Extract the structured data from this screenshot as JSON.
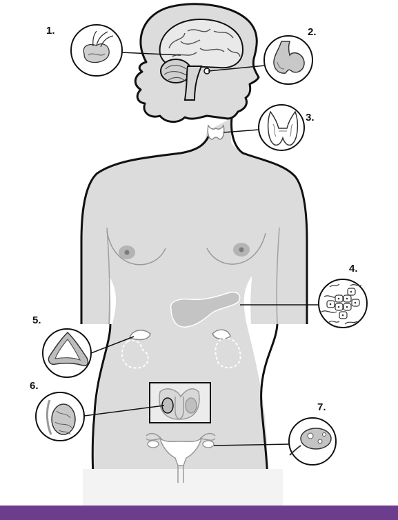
{
  "labels": [
    "1.",
    "2.",
    "3.",
    "4.",
    "5.",
    "6.",
    "7."
  ],
  "colors": {
    "body_fill": "#dcdcdc",
    "outline": "#111111",
    "organ_fill": "#c4c4c4",
    "brain_fill": "#e9e9e9",
    "callout_fill": "#ffffff",
    "accent_bar": "#6b3d8c"
  }
}
